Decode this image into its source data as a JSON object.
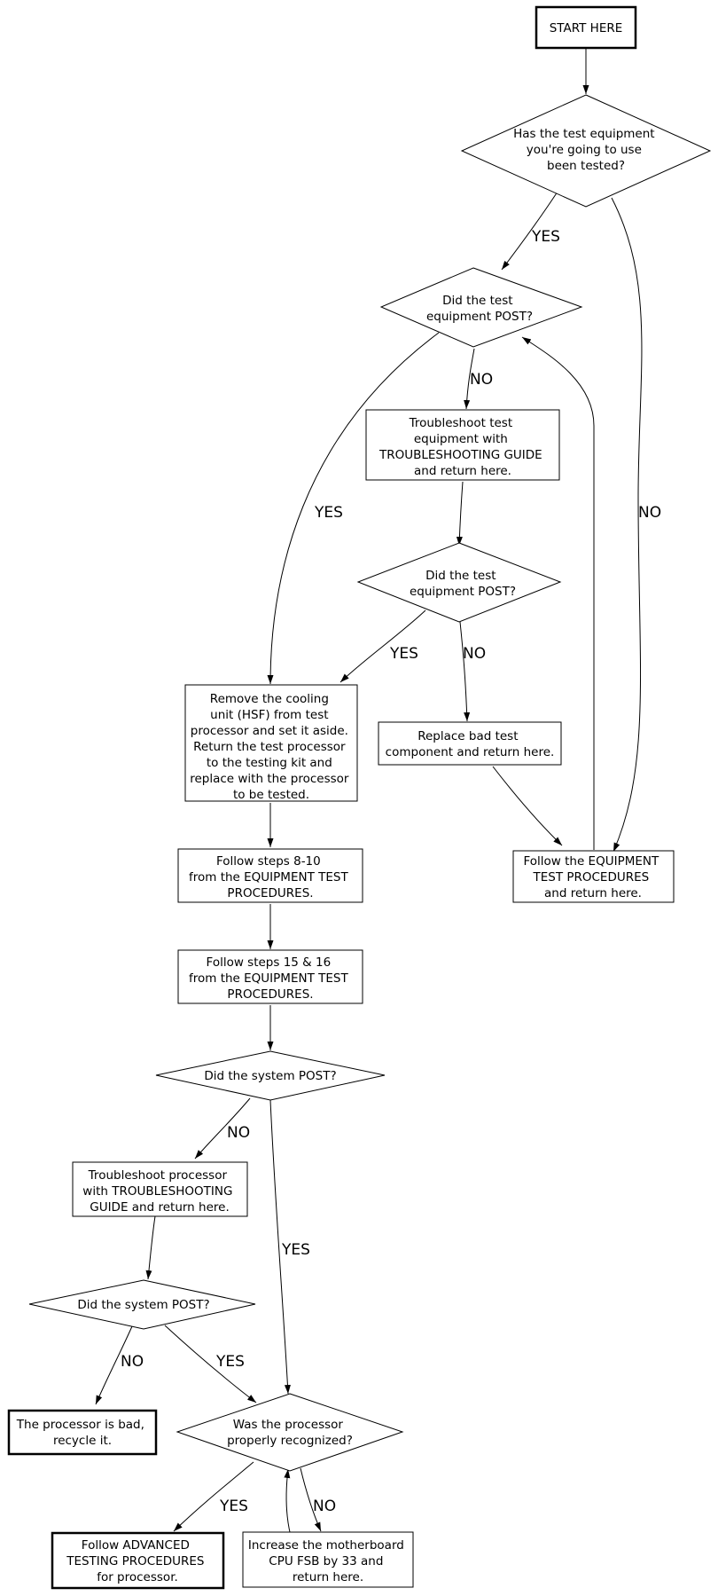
{
  "nodes": {
    "start": {
      "lines": [
        "START HERE"
      ]
    },
    "q_equipment_tested": {
      "lines": [
        "Has the test equipment",
        "you're going to use",
        "been tested?"
      ]
    },
    "q_post_1": {
      "lines": [
        "Did the test",
        "equipment POST?"
      ]
    },
    "troubleshoot_equipment": {
      "lines": [
        "Troubleshoot test",
        "equipment with",
        "TROUBLESHOOTING GUIDE",
        "and return here."
      ]
    },
    "q_post_2": {
      "lines": [
        "Did the test",
        "equipment POST?"
      ]
    },
    "remove_cooling": {
      "lines": [
        "Remove the cooling",
        "unit (HSF) from test",
        "processor and set it aside.",
        "Return the test processor",
        "to the testing kit and",
        "replace with the processor",
        "to be tested."
      ]
    },
    "replace_bad": {
      "lines": [
        "Replace bad test",
        "component and return here."
      ]
    },
    "follow_equipment": {
      "lines": [
        "Follow the EQUIPMENT",
        "TEST PROCEDURES",
        "and return here."
      ]
    },
    "steps_8_10": {
      "lines": [
        "Follow steps 8-10",
        "from the EQUIPMENT TEST",
        "PROCEDURES."
      ]
    },
    "steps_15_16": {
      "lines": [
        "Follow steps 15 & 16",
        "from the EQUIPMENT TEST",
        "PROCEDURES."
      ]
    },
    "q_system_post_1": {
      "lines": [
        "Did the system POST?"
      ]
    },
    "troubleshoot_processor": {
      "lines": [
        "Troubleshoot processor",
        "with TROUBLESHOOTING",
        "GUIDE and return here."
      ]
    },
    "q_system_post_2": {
      "lines": [
        "Did the system POST?"
      ]
    },
    "processor_bad": {
      "lines": [
        "The processor is bad,",
        "recycle it."
      ]
    },
    "q_recognized": {
      "lines": [
        "Was the processor",
        "properly recognized?"
      ]
    },
    "advanced_testing": {
      "lines": [
        "Follow ADVANCED",
        "TESTING PROCEDURES",
        "for processor."
      ]
    },
    "increase_fsb": {
      "lines": [
        "Increase the motherboard",
        "CPU FSB by 33 and",
        "return here."
      ]
    }
  },
  "edges": {
    "e1": {
      "label": "YES"
    },
    "e2": {
      "label": "NO"
    },
    "e3": {
      "label": "NO"
    },
    "e4": {
      "label": "YES"
    },
    "e5": {
      "label": "YES"
    },
    "e6": {
      "label": "NO"
    },
    "e7": {
      "label": "NO"
    },
    "e8": {
      "label": "YES"
    },
    "e9": {
      "label": "NO"
    },
    "e10": {
      "label": "YES"
    },
    "e11": {
      "label": "YES"
    },
    "e12": {
      "label": "NO"
    }
  }
}
